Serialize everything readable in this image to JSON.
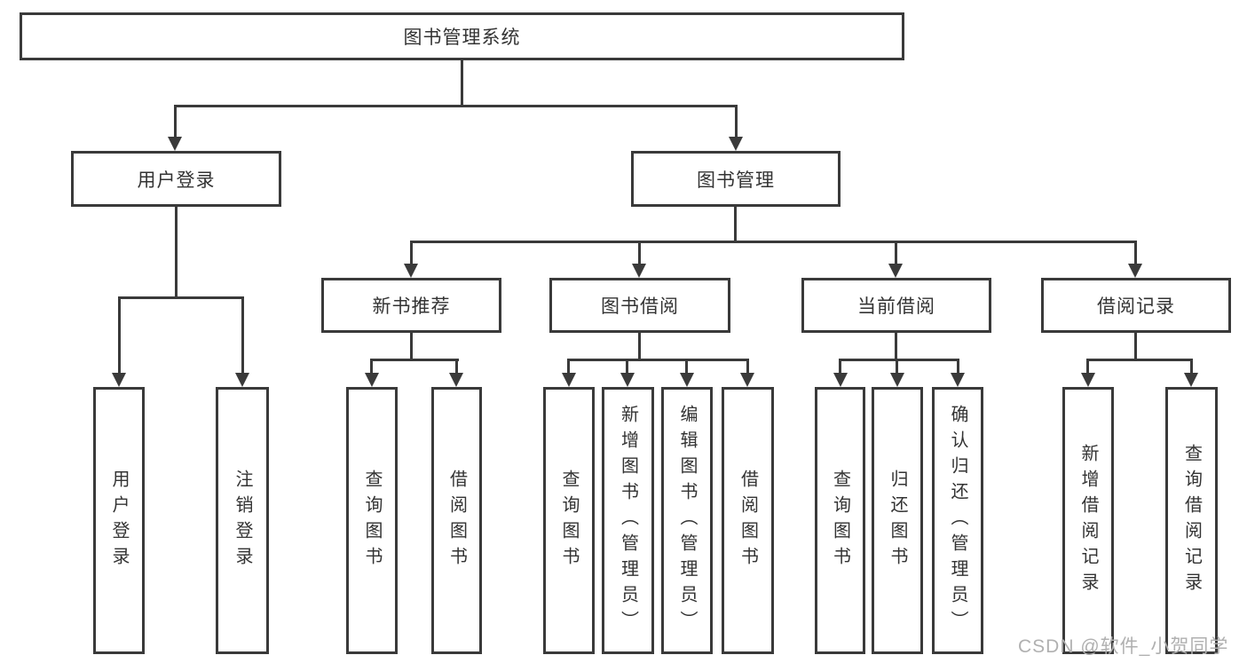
{
  "diagram": {
    "root": "图书管理系统",
    "level2": [
      "用户登录",
      "图书管理"
    ],
    "level3": [
      "新书推荐",
      "图书借阅",
      "当前借阅",
      "借阅记录"
    ],
    "leaves": {
      "user_login": [
        "用户登录",
        "注销登录"
      ],
      "new_book_recommend": [
        "查询图书",
        "借阅图书"
      ],
      "book_borrowing": [
        "查询图书",
        "新增图书（管理员）",
        "编辑图书（管理员）",
        "借阅图书"
      ],
      "current_borrowing": [
        "查询图书",
        "归还图书",
        "确认归还（管理员）"
      ],
      "borrow_records": [
        "新增借阅记录",
        "查询借阅记录"
      ]
    }
  },
  "watermark": {
    "text": "CSDN @软件_小贺同学"
  },
  "colors": {
    "line": "#3a3a3a",
    "text": "#333333",
    "watermark": "#b0b0b0",
    "background": "#ffffff"
  }
}
